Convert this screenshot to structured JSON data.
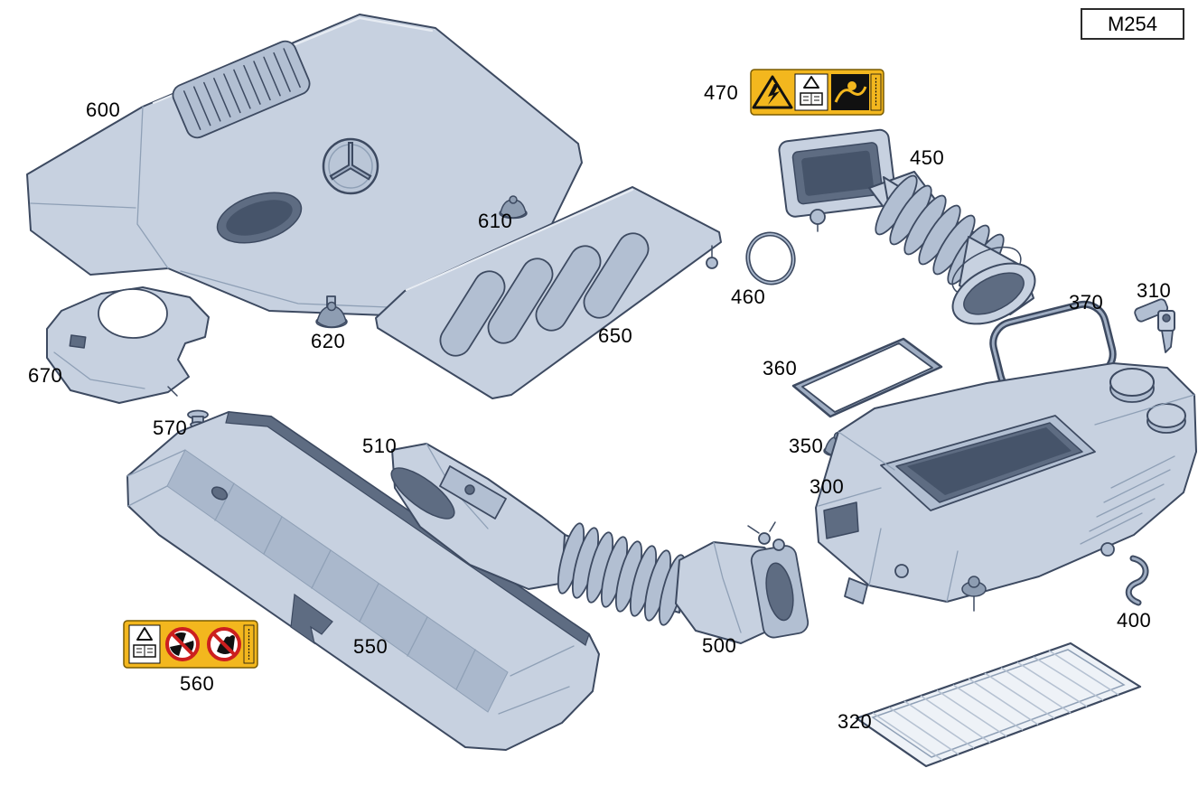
{
  "diagram": {
    "model_badge": "M254",
    "palette": {
      "background": "#ffffff",
      "part_fill": "#c7d1e0",
      "part_shade": "#b2bfd2",
      "part_dark": "#5e6c82",
      "outline": "#3d4a61",
      "warning_yellow": "#f3b71e",
      "warning_red": "#cc1f1f",
      "label_text": "#000000"
    },
    "parts": [
      {
        "number": "600",
        "name": "engine-cover"
      },
      {
        "number": "470",
        "name": "warning-label-electrical"
      },
      {
        "number": "450",
        "name": "intake-air-hose"
      },
      {
        "number": "610",
        "name": "grommet"
      },
      {
        "number": "460",
        "name": "sealing-ring"
      },
      {
        "number": "310",
        "name": "vent-valve"
      },
      {
        "number": "370",
        "name": "seal"
      },
      {
        "number": "650",
        "name": "rear-engine-cover"
      },
      {
        "number": "620",
        "name": "grommet"
      },
      {
        "number": "360",
        "name": "seal-frame"
      },
      {
        "number": "670",
        "name": "engine-cover-trim"
      },
      {
        "number": "570",
        "name": "clip"
      },
      {
        "number": "510",
        "name": "clip"
      },
      {
        "number": "350",
        "name": "grommet"
      },
      {
        "number": "300",
        "name": "air-filter-housing"
      },
      {
        "number": "400",
        "name": "retaining-clip"
      },
      {
        "number": "550",
        "name": "cowl-panel-cover"
      },
      {
        "number": "500",
        "name": "air-intake-duct"
      },
      {
        "number": "560",
        "name": "warning-label-fan"
      },
      {
        "number": "320",
        "name": "air-filter-element"
      }
    ]
  }
}
